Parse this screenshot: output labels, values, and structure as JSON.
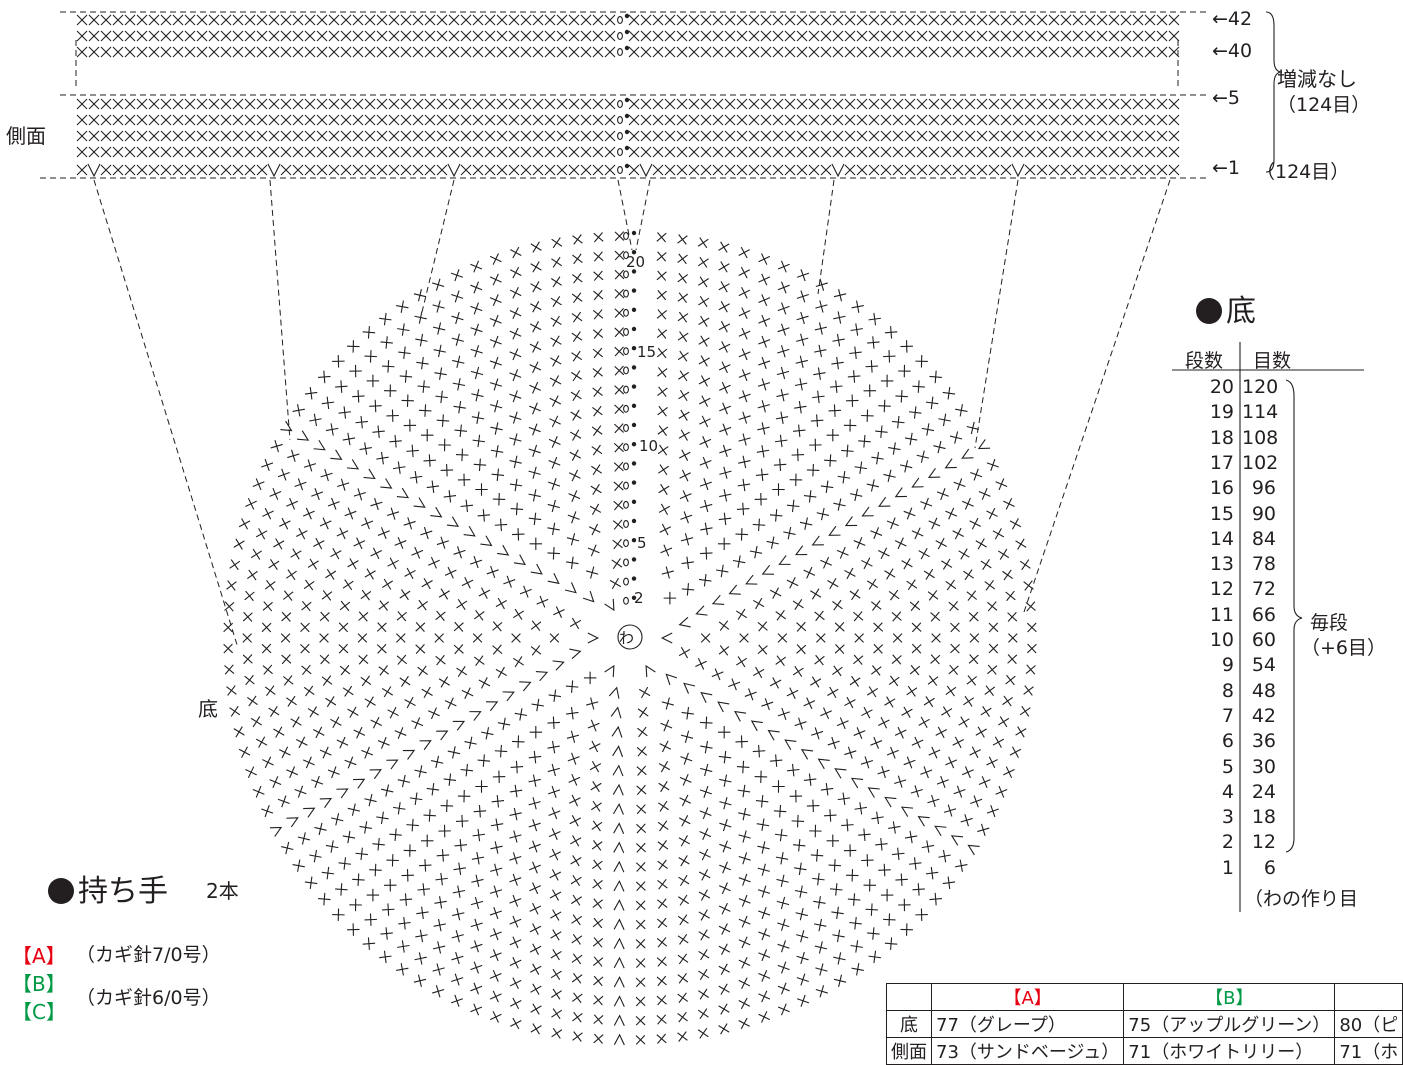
{
  "side": {
    "label": "側面",
    "row_markers": [
      "←42",
      "←40",
      "←5",
      "←1"
    ],
    "no_change_label": "増減なし",
    "no_change_count": "（124目）",
    "row1_count": "（124目）"
  },
  "bottom": {
    "label": "底",
    "center_label": "わ",
    "round_marks": [
      "20",
      "15",
      "10",
      "5",
      "2"
    ]
  },
  "bottom_section": {
    "title": "底",
    "col_rounds": "段数",
    "col_stitches": "目数",
    "rows": [
      {
        "round": "20",
        "stitches": "120"
      },
      {
        "round": "19",
        "stitches": "114"
      },
      {
        "round": "18",
        "stitches": "108"
      },
      {
        "round": "17",
        "stitches": "102"
      },
      {
        "round": "16",
        "stitches": "96"
      },
      {
        "round": "15",
        "stitches": "90"
      },
      {
        "round": "14",
        "stitches": "84"
      },
      {
        "round": "13",
        "stitches": "78"
      },
      {
        "round": "12",
        "stitches": "72"
      },
      {
        "round": "11",
        "stitches": "66"
      },
      {
        "round": "10",
        "stitches": "60"
      },
      {
        "round": "9",
        "stitches": "54"
      },
      {
        "round": "8",
        "stitches": "48"
      },
      {
        "round": "7",
        "stitches": "42"
      },
      {
        "round": "6",
        "stitches": "36"
      },
      {
        "round": "5",
        "stitches": "30"
      },
      {
        "round": "4",
        "stitches": "24"
      },
      {
        "round": "3",
        "stitches": "18"
      },
      {
        "round": "2",
        "stitches": "12"
      },
      {
        "round": "1",
        "stitches": "6"
      }
    ],
    "every_round": "毎段",
    "every_round_inc": "（+6目）",
    "ring_note": "（わの作り目"
  },
  "handle_section": {
    "title": "持ち手",
    "count": "2本"
  },
  "hooks": {
    "a_tag": "【A】",
    "a_hook": "（カギ針7/0号）",
    "b_tag": "【B】",
    "c_tag": "【C】",
    "bc_hook": "（カギ針6/0号）"
  },
  "yarn_table": {
    "headers": [
      "",
      "【A】",
      "【B】"
    ],
    "rows": [
      {
        "part": "底",
        "a": "77（グレープ）",
        "b": "75（アップルグリーン）",
        "c": "80（ピ"
      },
      {
        "part": "側面",
        "a": "73（サンドベージュ）",
        "b": "71（ホワイトリリー）",
        "c": "71（ホ"
      }
    ]
  },
  "colors": {
    "ink": "#231f20",
    "a_red": "#e60012",
    "bc_green": "#009944"
  }
}
